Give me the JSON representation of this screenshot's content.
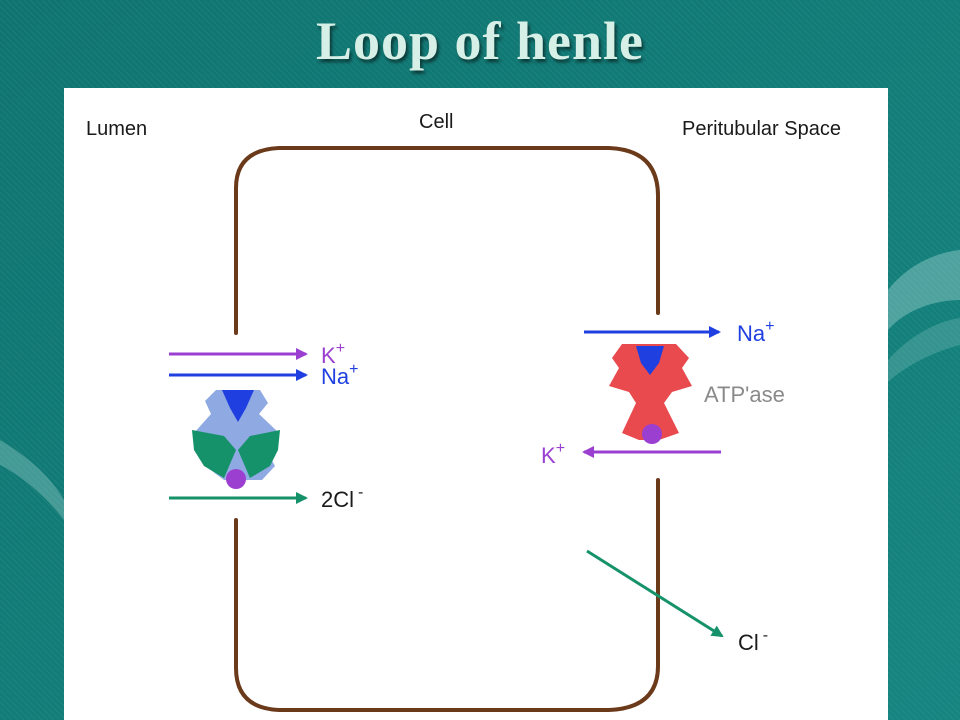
{
  "slide": {
    "title": "Loop of henle"
  },
  "diagram": {
    "regions": {
      "lumen": "Lumen",
      "cell": "Cell",
      "peritubular": "Peritubular Space"
    },
    "ions": {
      "left_k": {
        "symbol": "K",
        "charge": "+"
      },
      "left_na": {
        "symbol": "Na",
        "charge": "+"
      },
      "left_cl": {
        "symbol": "2Cl",
        "charge": "-"
      },
      "right_na": {
        "symbol": "Na",
        "charge": "+"
      },
      "right_k": {
        "symbol": "K",
        "charge": "+"
      },
      "right_cl": {
        "symbol": "Cl",
        "charge": "-"
      }
    },
    "pump_label": "ATP'ase",
    "colors": {
      "background": "#127a75",
      "title": "#d6efe7",
      "membrane": "#6b3a1a",
      "potassium": "#9b3fd1",
      "sodium": "#1f3fe0",
      "chloride": "#16926a",
      "cotransporter": "#8fa9e2",
      "pump": "#e84a4e",
      "pump_label": "#8a8a8a"
    },
    "icons": [
      "nkcc-cotransporter-icon",
      "na-k-atpase-pump-icon"
    ]
  }
}
